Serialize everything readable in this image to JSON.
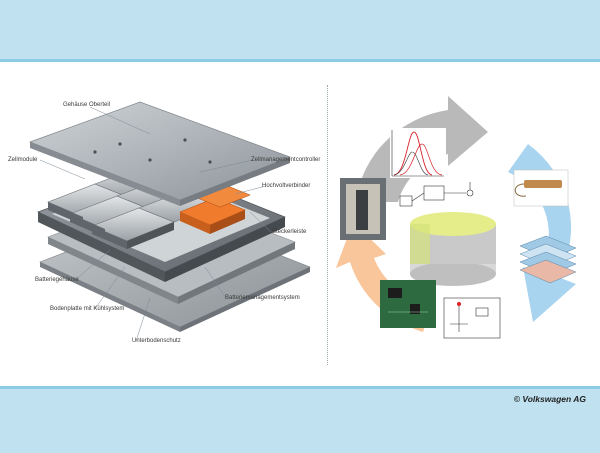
{
  "battery": {
    "labels": {
      "gehaeuse_oberteil": "Gehäuse Oberteil",
      "zellmodule": "Zellmodule",
      "zellmanagementcontroller": "Zellmanagementcontroller",
      "hochvoltverbinder": "Hochvoltverbinder",
      "steckerleiste": "Steckerleiste",
      "batteriegehaeuse": "Batteriegehäuse",
      "bodenplatte": "Bodenplatte mit Kühlsystem",
      "batteriemanagementsystem": "Batteriemanagementsystem",
      "unterbodenschutz": "Unterbodenschutz"
    }
  },
  "research": {
    "copyright": "© Volkswagen AG"
  },
  "colors": {
    "band": "#bfe1f0",
    "band_line": "#8ccbe6",
    "arrow_gray": "#b9b9b9",
    "arrow_blue": "#a9d4f0",
    "arrow_orange": "#f8c69a",
    "module_orange": "#f07b2c"
  }
}
